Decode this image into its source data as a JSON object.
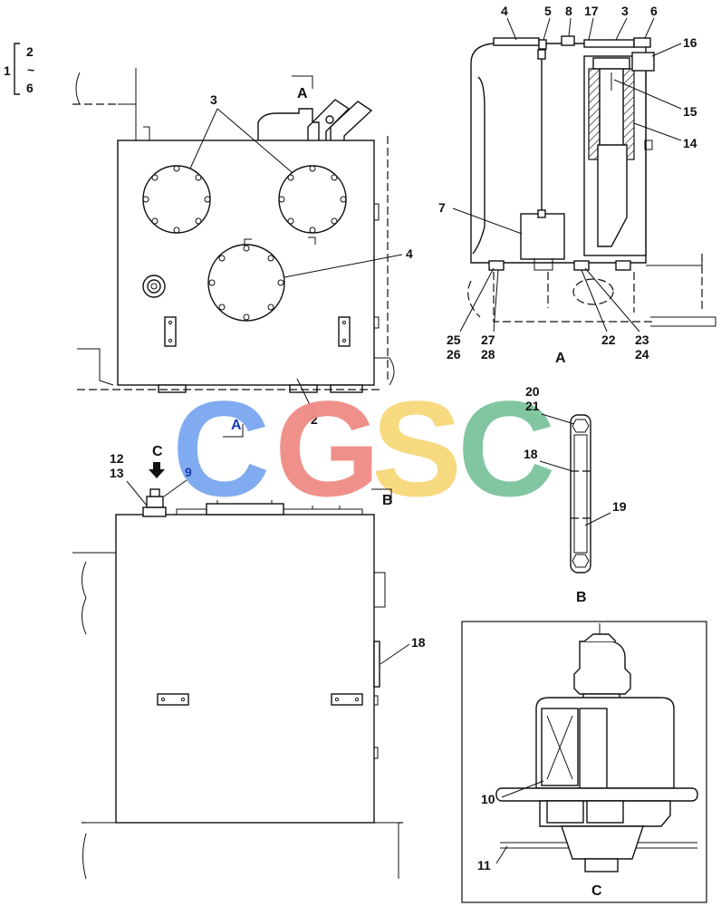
{
  "diagram": {
    "range_bracket": {
      "group": "1",
      "from": "2",
      "sep": "~",
      "to": "6"
    },
    "watermark": {
      "letters": [
        {
          "char": "C",
          "color": "#7ba7f0"
        },
        {
          "char": "G",
          "color": "#ef8c84"
        },
        {
          "char": "S",
          "color": "#f7d77a"
        },
        {
          "char": "C",
          "color": "#7cc29c"
        }
      ]
    },
    "section_markers": {
      "a_top": "A",
      "a_mid": "A",
      "b_mid": "B",
      "c_arrow": "C"
    },
    "view_titles": {
      "a": "A",
      "b": "B",
      "c": "C"
    },
    "labels": {
      "top_view": [
        "3",
        "4",
        "2"
      ],
      "view_a": [
        "4",
        "5",
        "8",
        "17",
        "3",
        "6",
        "16",
        "15",
        "14",
        "7",
        "25",
        "26",
        "27",
        "28",
        "22",
        "23",
        "24"
      ],
      "front_view": [
        "12",
        "13",
        "9",
        "18"
      ],
      "view_b": [
        "20",
        "21",
        "18",
        "19"
      ],
      "view_c": [
        "10",
        "11"
      ]
    }
  }
}
